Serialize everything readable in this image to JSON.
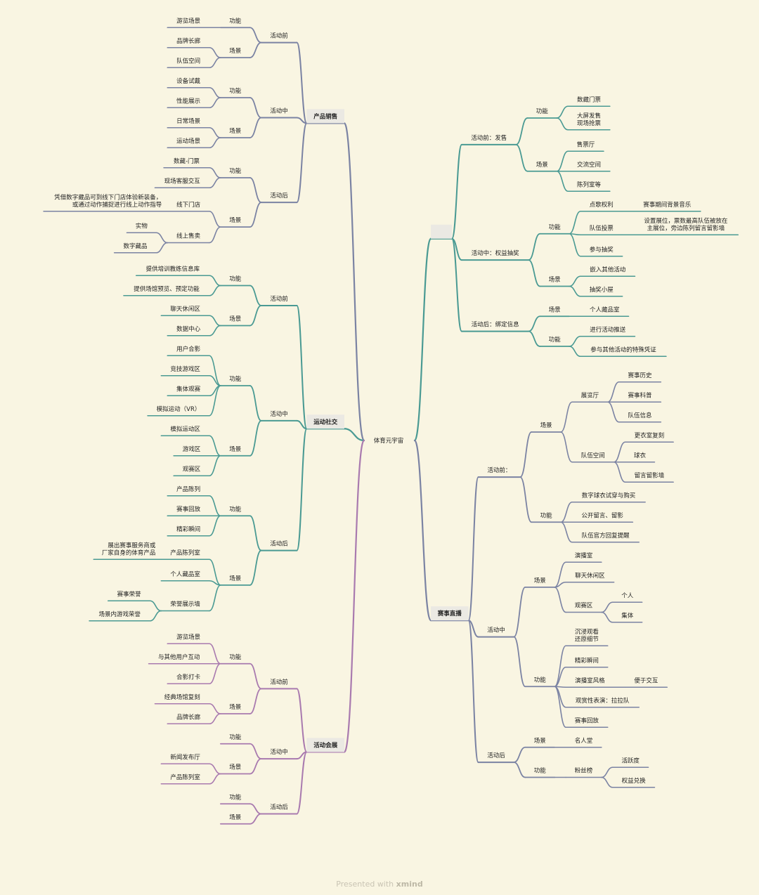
{
  "root": "体育元宇宙",
  "palette": {
    "teal": "#4a9a93",
    "slate": "#7b83a3",
    "purple": "#a97aaf",
    "boxfill": "#ebe9e3"
  },
  "left": [
    {
      "label": "产品销售",
      "color": "slate",
      "phases": [
        {
          "label": "活动前",
          "groups": [
            {
              "label": "功能",
              "items": [
                {
                  "label": "游览场景"
                }
              ]
            },
            {
              "label": "场景",
              "items": [
                {
                  "label": "品牌长廊"
                },
                {
                  "label": "队伍空间"
                }
              ]
            }
          ]
        },
        {
          "label": "活动中",
          "groups": [
            {
              "label": "功能",
              "items": [
                {
                  "label": "设备试戴"
                },
                {
                  "label": "性能展示"
                }
              ]
            },
            {
              "label": "场景",
              "items": [
                {
                  "label": "日常场景"
                },
                {
                  "label": "运动场景"
                }
              ]
            }
          ]
        },
        {
          "label": "活动后",
          "groups": [
            {
              "label": "功能",
              "items": [
                {
                  "label": "数藏-门票"
                },
                {
                  "label": "现场客服交互"
                }
              ]
            },
            {
              "label": "场景",
              "items": [
                {
                  "label": "线下门店",
                  "note": "凭借数字藏品可到线下门店体验新装备，\n或通过动作捕捉进行线上动作指导"
                },
                {
                  "label": "线上售卖",
                  "children": [
                    "实物",
                    "数字藏品"
                  ]
                }
              ]
            }
          ]
        }
      ]
    },
    {
      "label": "运动社交",
      "color": "teal",
      "phases": [
        {
          "label": "活动前",
          "groups": [
            {
              "label": "功能",
              "items": [
                {
                  "label": "提供培训教练信息库"
                },
                {
                  "label": "提供场馆预览、预定功能"
                }
              ]
            },
            {
              "label": "场景",
              "items": [
                {
                  "label": "聊天休闲区"
                },
                {
                  "label": "数据中心"
                }
              ]
            }
          ]
        },
        {
          "label": "活动中",
          "groups": [
            {
              "label": "功能",
              "items": [
                {
                  "label": "用户合影"
                },
                {
                  "label": "竞技游戏区"
                },
                {
                  "label": "集体观赛"
                },
                {
                  "label": "模拟运动（VR）"
                }
              ]
            },
            {
              "label": "场景",
              "items": [
                {
                  "label": "模拟运动区"
                },
                {
                  "label": "游戏区"
                },
                {
                  "label": "观赛区"
                }
              ]
            }
          ]
        },
        {
          "label": "活动后",
          "groups": [
            {
              "label": "功能",
              "items": [
                {
                  "label": "产品陈列"
                },
                {
                  "label": "赛事回放"
                },
                {
                  "label": "精彩瞬间"
                }
              ]
            },
            {
              "label": "场景",
              "items": [
                {
                  "label": "产品陈列室",
                  "note": "展出赛事服务商或\n厂家自身的体育产品"
                },
                {
                  "label": "个人藏品室"
                },
                {
                  "label": "荣誉展示墙",
                  "children": [
                    "赛事荣誉",
                    "场景内游戏荣誉"
                  ]
                }
              ]
            }
          ]
        }
      ]
    },
    {
      "label": "活动会展",
      "color": "purple",
      "phases": [
        {
          "label": "活动前",
          "groups": [
            {
              "label": "功能",
              "items": [
                {
                  "label": "游览场景"
                },
                {
                  "label": "与其他用户互动"
                },
                {
                  "label": "合影打卡"
                }
              ]
            },
            {
              "label": "场景",
              "items": [
                {
                  "label": "经典场馆复刻"
                },
                {
                  "label": "品牌长廊"
                }
              ]
            }
          ]
        },
        {
          "label": "活动中",
          "groups": [
            {
              "label": "功能",
              "items": []
            },
            {
              "label": "场景",
              "items": [
                {
                  "label": "新闻发布厅"
                },
                {
                  "label": "产品陈列室"
                }
              ]
            }
          ]
        },
        {
          "label": "活动后",
          "groups": [
            {
              "label": "功能",
              "items": []
            },
            {
              "label": "场景",
              "items": []
            }
          ]
        }
      ]
    }
  ],
  "right": [
    {
      "label": "",
      "color": "teal",
      "phases": [
        {
          "label": "活动前：发售",
          "groups": [
            {
              "label": "功能",
              "items": [
                {
                  "label": "数藏门票"
                },
                {
                  "label": "大屏发售\n现场抢票"
                }
              ]
            },
            {
              "label": "场景",
              "items": [
                {
                  "label": "售票厅"
                },
                {
                  "label": "交流空间"
                },
                {
                  "label": "陈列室等"
                }
              ]
            }
          ]
        },
        {
          "label": "活动中：权益抽奖",
          "groups": [
            {
              "label": "功能",
              "items": [
                {
                  "label": "点歌权利",
                  "children": [
                    "赛事期间背景音乐"
                  ]
                },
                {
                  "label": "队伍投票",
                  "children": [
                    "设置展位，票数最高队伍被放在\n主展位，旁边陈列留言留影墙"
                  ]
                },
                {
                  "label": "参与抽奖"
                }
              ]
            },
            {
              "label": "场景",
              "items": [
                {
                  "label": "嵌入其他活动"
                },
                {
                  "label": "抽奖小屋"
                }
              ]
            }
          ]
        },
        {
          "label": "活动后：绑定信息",
          "groups": [
            {
              "label": "场景",
              "items": [
                {
                  "label": "个人藏品室"
                }
              ]
            },
            {
              "label": "功能",
              "items": [
                {
                  "label": "进行活动推送"
                },
                {
                  "label": "参与其他活动的特殊凭证"
                }
              ]
            }
          ]
        }
      ]
    },
    {
      "label": "赛事直播",
      "color": "slate",
      "phases": [
        {
          "label": "活动前：",
          "groups": [
            {
              "label": "场景",
              "items": [
                {
                  "label": "展览厅",
                  "children": [
                    "赛事历史",
                    "赛事科普",
                    "队伍信息"
                  ]
                },
                {
                  "label": "队伍空间",
                  "children": [
                    "更衣室复刻",
                    "球衣",
                    "留言留影墙"
                  ]
                }
              ]
            },
            {
              "label": "功能",
              "items": [
                {
                  "label": "数字球衣试穿与购买"
                },
                {
                  "label": "公开留言、留影"
                },
                {
                  "label": "队伍官方回复提醒"
                }
              ]
            }
          ]
        },
        {
          "label": "活动中",
          "groups": [
            {
              "label": "场景",
              "items": [
                {
                  "label": "演播室"
                },
                {
                  "label": "聊天休闲区"
                },
                {
                  "label": "观赛区",
                  "children": [
                    "个人",
                    "集体"
                  ]
                }
              ]
            },
            {
              "label": "功能",
              "items": [
                {
                  "label": "沉浸观看\n还原细节"
                },
                {
                  "label": "精彩瞬间"
                },
                {
                  "label": "演播室风格",
                  "children": [
                    "便于交互"
                  ]
                },
                {
                  "label": "观赏性表演：拉拉队"
                },
                {
                  "label": "赛事回放"
                }
              ]
            }
          ]
        },
        {
          "label": "活动后",
          "groups": [
            {
              "label": "场景",
              "items": [
                {
                  "label": "名人堂"
                }
              ]
            },
            {
              "label": "功能",
              "items": [
                {
                  "label": "粉丝榜",
                  "children": [
                    "活跃度",
                    "权益兑换"
                  ]
                }
              ]
            }
          ]
        }
      ]
    }
  ],
  "footer": {
    "prefix": "Presented with ",
    "brand": "xmind"
  }
}
